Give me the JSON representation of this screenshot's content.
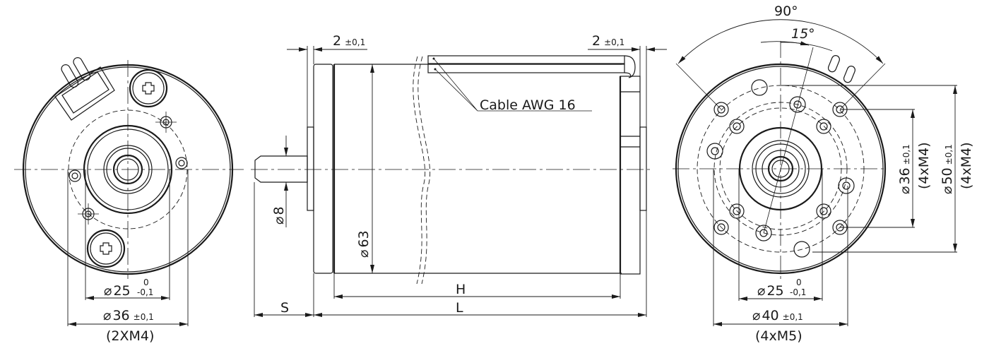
{
  "drawing": {
    "type": "motor dimension drawing",
    "views": {
      "front_left": {
        "dim_inner": {
          "symbol": "⌀",
          "value": "25",
          "tol_upper": "0",
          "tol_lower": "-0,1"
        },
        "dim_outer": {
          "symbol": "⌀",
          "value": "36",
          "tol": "±0,1",
          "note": "(2XM4)"
        }
      },
      "side": {
        "flange_thickness_left": {
          "value": "2",
          "tol": "±0,1"
        },
        "flange_thickness_right": {
          "value": "2",
          "tol": "±0,1"
        },
        "shaft_diameter": {
          "symbol": "⌀",
          "value": "8"
        },
        "body_diameter": {
          "symbol": "⌀",
          "value": "63"
        },
        "cable_label": "Cable AWG 16",
        "dim_H": "H",
        "dim_L": "L",
        "dim_S": "S"
      },
      "rear_right": {
        "angle_outer": "90°",
        "angle_inner": "15°",
        "dim_36": {
          "symbol": "⌀",
          "value": "36",
          "tol": "±0,1",
          "note": "(4xM4)"
        },
        "dim_50": {
          "symbol": "⌀",
          "value": "50",
          "tol": "±0,1",
          "note": "(4xM4)"
        },
        "dim_25": {
          "symbol": "⌀",
          "value": "25",
          "tol_upper": "0",
          "tol_lower": "-0,1"
        },
        "dim_40": {
          "symbol": "⌀",
          "value": "40",
          "tol": "±0,1",
          "note": "(4xM5)"
        }
      }
    }
  }
}
